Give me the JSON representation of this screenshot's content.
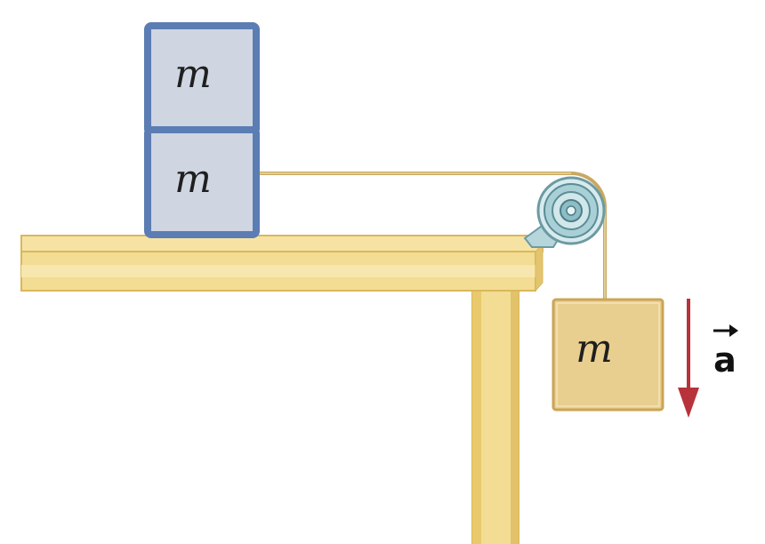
{
  "blocks": {
    "upper_label": "m",
    "lower_label": "m",
    "hanging_label": "m"
  },
  "acceleration": {
    "symbol": "a"
  },
  "colors": {
    "table": "#f3dc93",
    "table_edge": "#d9b85a",
    "table_shade": "#e8c96c",
    "block_blue_border": "#5b7db3",
    "block_blue_fill": "#cfd6e2",
    "block_tan_fill": "#e9cf8f",
    "block_tan_border": "#caa558",
    "pulley": "#9ec7cf",
    "pulley_dark": "#5b8d96",
    "rope": "#c9a860",
    "arrow": "#b8323b"
  }
}
